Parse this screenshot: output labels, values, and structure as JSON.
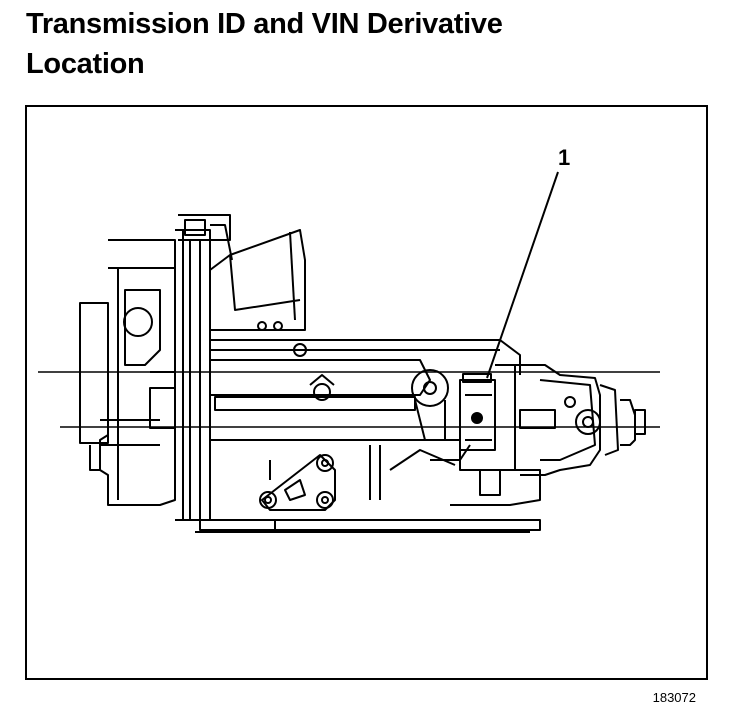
{
  "title": {
    "line1": "Transmission ID and VIN Derivative",
    "line2": "Location"
  },
  "callout": {
    "number": "1"
  },
  "figure_id": "183072"
}
